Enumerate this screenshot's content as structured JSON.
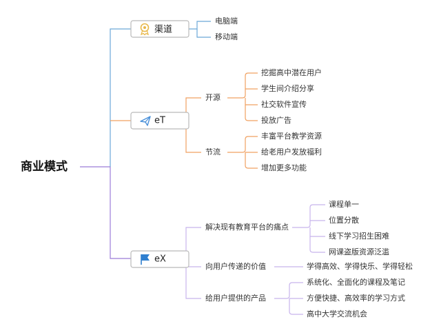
{
  "root": {
    "label": "商业模式"
  },
  "colors": {
    "root_branch": "#9b7bd8",
    "blue_branch": "#6aa8d8",
    "orange_branch": "#f0a060",
    "purple_branch": "#c8b4ec",
    "box_border": "#b9b9b9",
    "medal_icon": "#e8b84a",
    "plane_icon": "#4a90d9",
    "flag_icon": "#2f7fcf"
  },
  "branches": [
    {
      "label": "渠道",
      "icon": "medal-icon",
      "items": [
        "电脑端",
        "移动端"
      ]
    },
    {
      "label": "eT",
      "icon": "paper-plane-icon",
      "groups": [
        {
          "label": "开源",
          "items": [
            "挖掘高中潜在用户",
            "学生间介绍分享",
            "社交软件宣传",
            "投放广告"
          ]
        },
        {
          "label": "节流",
          "items": [
            "丰富平台教学资源",
            "给老用户发放福利",
            "增加更多功能"
          ]
        }
      ]
    },
    {
      "label": "eX",
      "icon": "flag-icon",
      "groups": [
        {
          "label": "解决现有教育平台的痛点",
          "items": [
            "课程单一",
            "位置分散",
            "线下学习招生困难",
            "网课盗版资源泛滥"
          ]
        },
        {
          "label": "向用户传递的价值",
          "items": [
            "学得高效、学得快乐、学得轻松"
          ]
        },
        {
          "label": "给用户提供的产品",
          "items": [
            "系统化、全面化的课程及笔记",
            "方便快捷、高效率的学习方式",
            "高中大学交流机会"
          ]
        }
      ]
    }
  ]
}
